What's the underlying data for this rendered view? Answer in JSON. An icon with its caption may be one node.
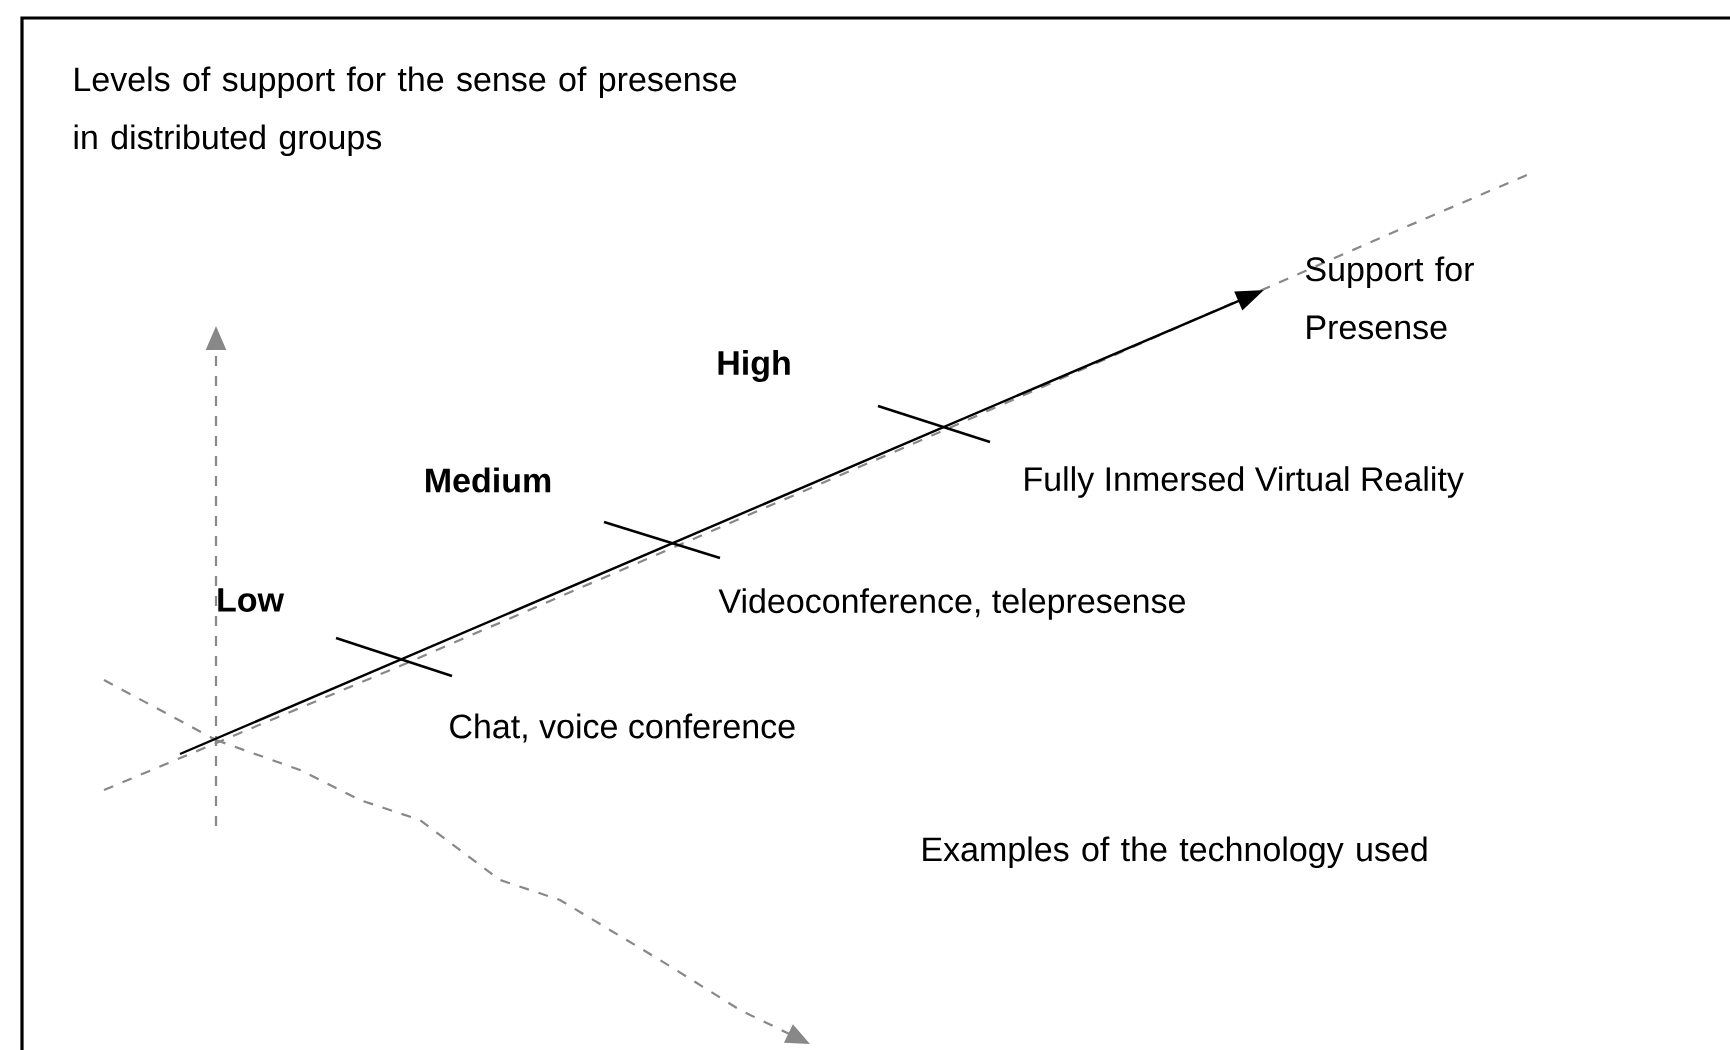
{
  "diagram": {
    "title": "Levels of support for the sense of presense in distributed groups",
    "labels": [
      "Support for Presense",
      "High",
      "Medium",
      "Low",
      "Fully Inmersed Virtual Reality",
      "Videoconference, telepresense",
      "Chat, voice conference",
      "Examples of the technology used"
    ]
  }
}
